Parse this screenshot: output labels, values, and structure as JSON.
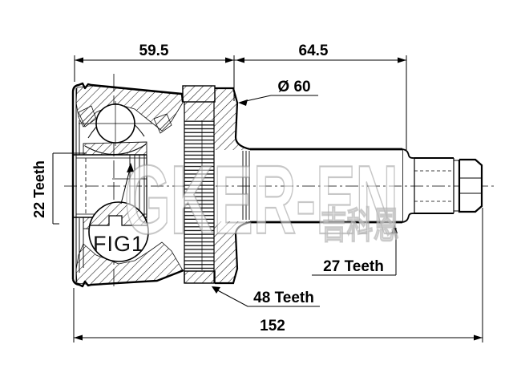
{
  "drawing": {
    "figure_label": "FIG1",
    "dimensions": {
      "top_left_length": "59.5",
      "top_right_length": "64.5",
      "boot_diameter": "Ø 60",
      "overall_length": "152"
    },
    "teeth": {
      "inner_spline": "22 Teeth",
      "shaft_spline": "27 Teeth",
      "abs_ring": "48 Teeth"
    },
    "watermark": {
      "brand": "GKER-EN",
      "cjk": "吉科恩"
    },
    "colors": {
      "line": "#000000",
      "background": "#ffffff",
      "watermark_gray": "#c8c8c8"
    }
  }
}
